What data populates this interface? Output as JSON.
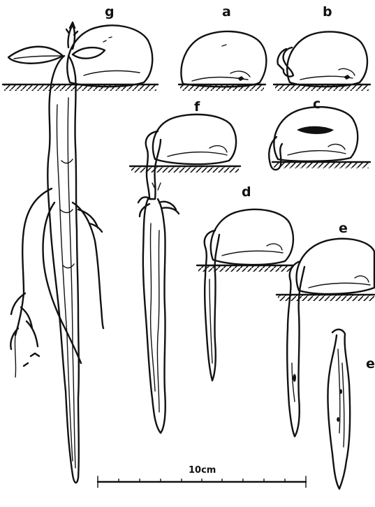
{
  "labels": {
    "a": "a",
    "b": "b",
    "c": "c",
    "d": "d",
    "e_top": "e",
    "e_detail": "e",
    "f": "f",
    "g": "g"
  },
  "scale_bar": {
    "label": "10cm"
  },
  "colors": {
    "ink": "#111111",
    "paper": "#ffffff"
  }
}
